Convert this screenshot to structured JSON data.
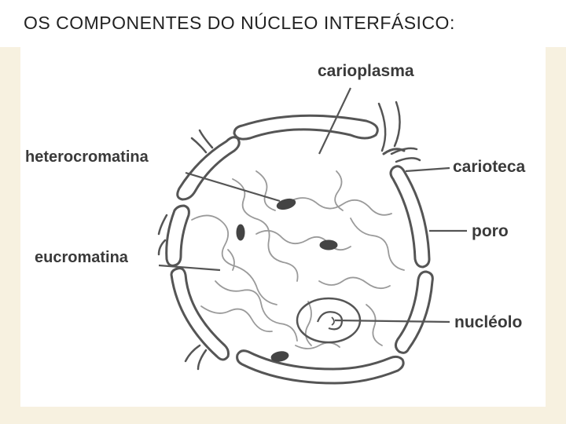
{
  "slide": {
    "title": "OS COMPONENTES DO NÚCLEO INTERFÁSICO:"
  },
  "diagram": {
    "labels": {
      "carioplasma": "carioplasma",
      "heterocromatina": "heterocromatina",
      "eucromatina": "eucromatina",
      "carioteca": "carioteca",
      "poro": "poro",
      "nucleolo": "nucléolo"
    }
  },
  "colors": {
    "background": "#ffffff",
    "frame_cream": "#f7f1e0",
    "title_text": "#222222",
    "line_dark": "#555555",
    "chromatin_light": "#9a9a9a",
    "label_text": "#3a3a3a"
  }
}
